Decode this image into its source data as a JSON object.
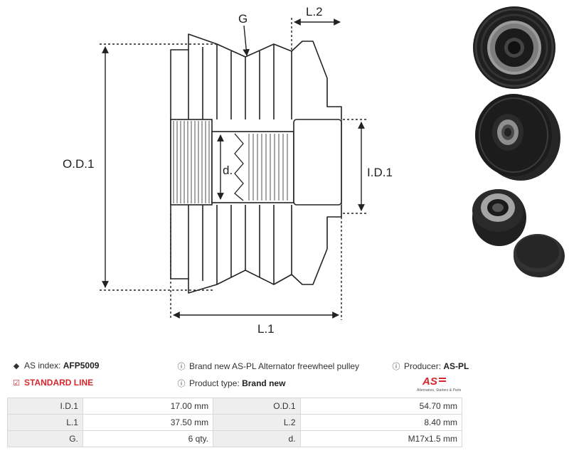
{
  "drawing": {
    "labels": {
      "groove": "G",
      "l2": "L.2",
      "od1": "O.D.1",
      "id1": "I.D.1",
      "d": "d.",
      "l1": "L.1"
    }
  },
  "photos": [
    {
      "name": "pulley-photo-front"
    },
    {
      "name": "pulley-photo-angled"
    },
    {
      "name": "pulley-photo-with-cap"
    }
  ],
  "info": {
    "as_index_label": "AS index:",
    "as_index_value": "AFP5009",
    "description": "Brand new AS-PL Alternator freewheel pulley",
    "producer_label": "Producer:",
    "producer_value": "AS-PL",
    "line": "STANDARD LINE",
    "product_type_label": "Product type:",
    "product_type_value": "Brand new",
    "logo_text": "AS",
    "logo_subtext": "Alternators, Starters & Parts"
  },
  "colors": {
    "accent": "#d7262b",
    "label_bg": "#eeeeee",
    "border": "#d9d9d9"
  },
  "specs": [
    [
      {
        "label": "I.D.1",
        "value": "17.00 mm"
      },
      {
        "label": "O.D.1",
        "value": "54.70 mm"
      }
    ],
    [
      {
        "label": "L.1",
        "value": "37.50 mm"
      },
      {
        "label": "L.2",
        "value": "8.40 mm"
      }
    ],
    [
      {
        "label": "G.",
        "value": "6 qty."
      },
      {
        "label": "d.",
        "value": "M17x1.5 mm"
      }
    ]
  ]
}
